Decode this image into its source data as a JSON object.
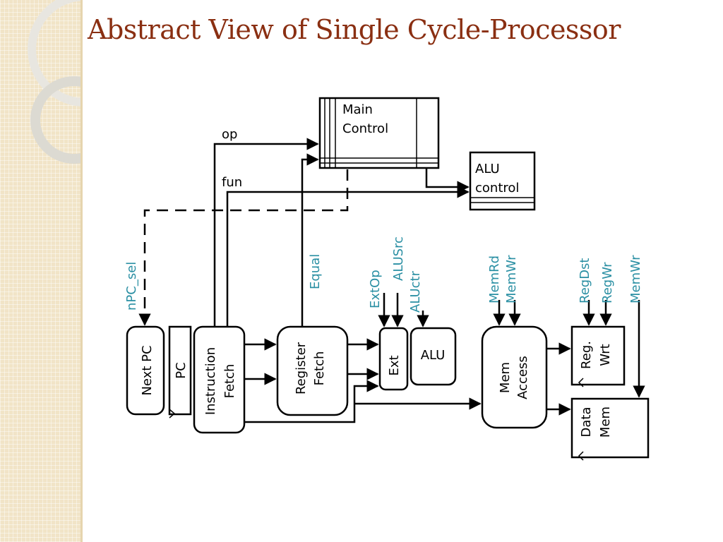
{
  "slide": {
    "title": "Abstract View of Single Cycle-Processor"
  },
  "colors": {
    "title": "#8a2f12",
    "signal": "#2a8fa3",
    "sidebar": "#f1e4c7"
  },
  "blocks": {
    "main_control": [
      "Main",
      "Control"
    ],
    "alu_control": [
      "ALU",
      "control"
    ],
    "next_pc": "Next PC",
    "pc": "PC",
    "instruction_fetch": [
      "Instruction",
      "Fetch"
    ],
    "register_fetch": [
      "Register",
      "Fetch"
    ],
    "ext": "Ext",
    "alu": "ALU",
    "mem_access": [
      "Mem",
      "Access"
    ],
    "reg_wrt": [
      "Reg.",
      "Wrt"
    ],
    "data_mem": [
      "Data",
      "Mem"
    ]
  },
  "wire_labels": {
    "op": "op",
    "fun": "fun"
  },
  "signals": {
    "npc_sel": "nPC_sel",
    "equal": "Equal",
    "extop": "ExtOp",
    "alusrc": "ALUSrc",
    "aluctr": "ALUctr",
    "memrd": "MemRd",
    "memwr_access": "MemWr",
    "regdst": "RegDst",
    "regwr": "RegWr",
    "memwr_data": "MemWr"
  }
}
